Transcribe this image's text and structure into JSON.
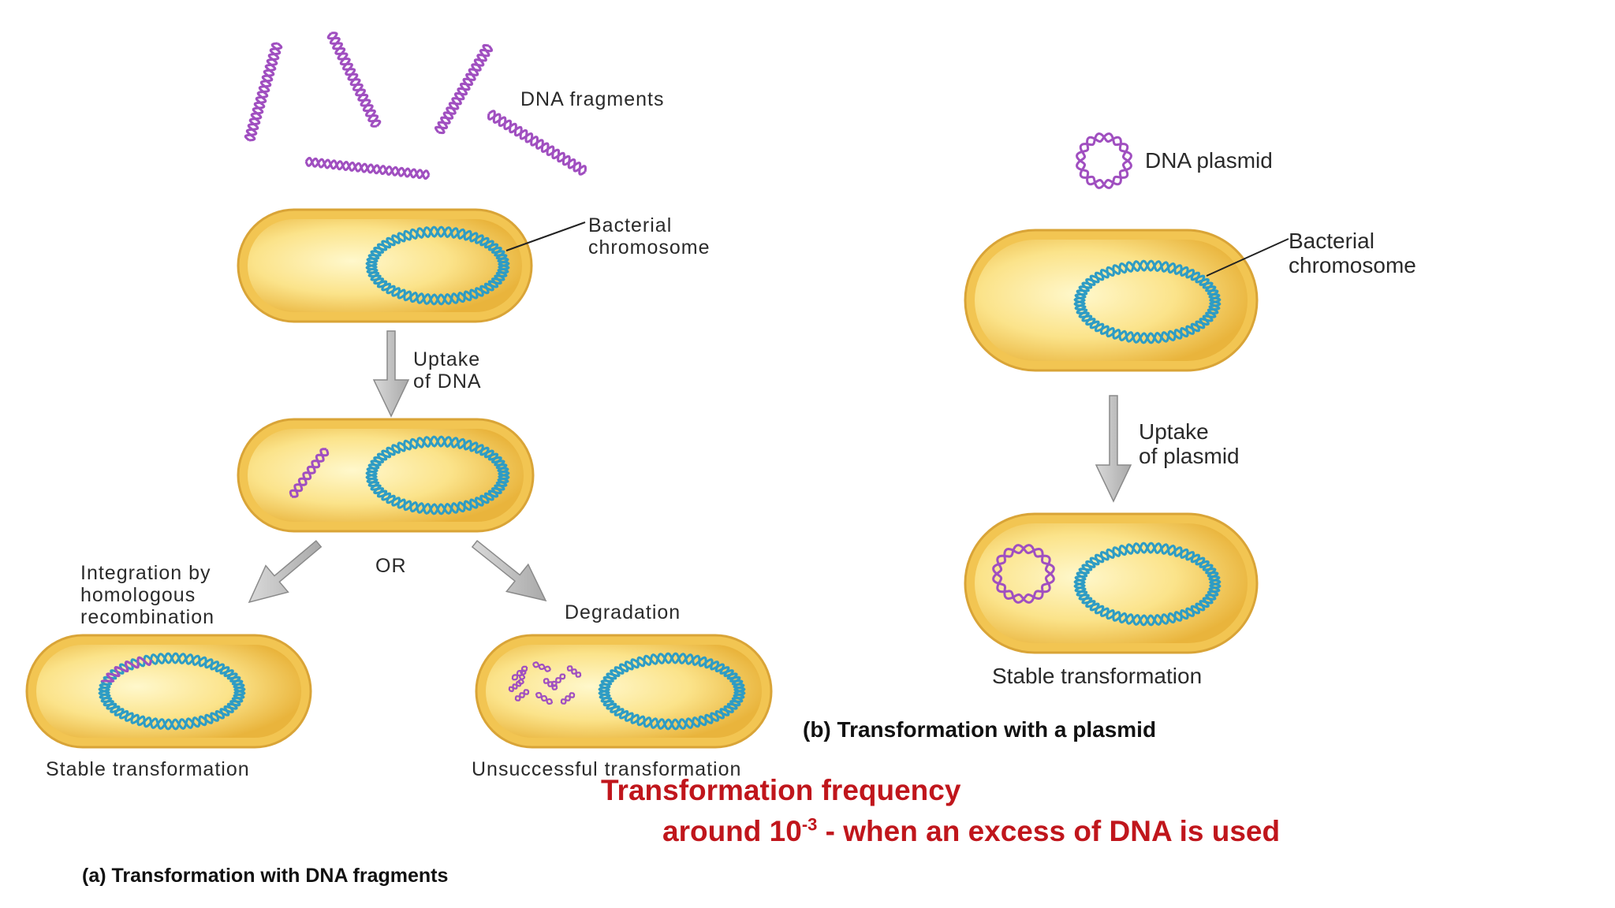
{
  "panel_a": {
    "label_dna_fragments": "DNA fragments",
    "label_bacterial_chromosome": [
      "Bacterial",
      "chromosome"
    ],
    "label_uptake": [
      "Uptake",
      "of DNA"
    ],
    "label_or": "OR",
    "label_integration": [
      "Integration by",
      "homologous",
      "recombination"
    ],
    "label_degradation": "Degradation",
    "label_stable": "Stable transformation",
    "label_unsuccessful": "Unsuccessful transformation",
    "caption": "(a) Transformation with DNA fragments"
  },
  "panel_b": {
    "label_dna_plasmid": "DNA plasmid",
    "label_bacterial_chromosome": [
      "Bacterial",
      "chromosome"
    ],
    "label_uptake": [
      "Uptake",
      "of plasmid"
    ],
    "label_stable": "Stable transformation",
    "caption": "(b) Transformation with a plasmid"
  },
  "note": {
    "line1": "Transformation frequency",
    "line2_prefix": "around 10",
    "line2_exponent": "-3",
    "line2_suffix": " - when an excess of DNA is used"
  },
  "colors": {
    "cell_outer": "#e8b94a",
    "cell_inner": "#fff3b8",
    "chromosome": "#2e9cc4",
    "fragment": "#a04fc0",
    "arrow": "#bdbdbd",
    "note_red": "#c0161c"
  }
}
